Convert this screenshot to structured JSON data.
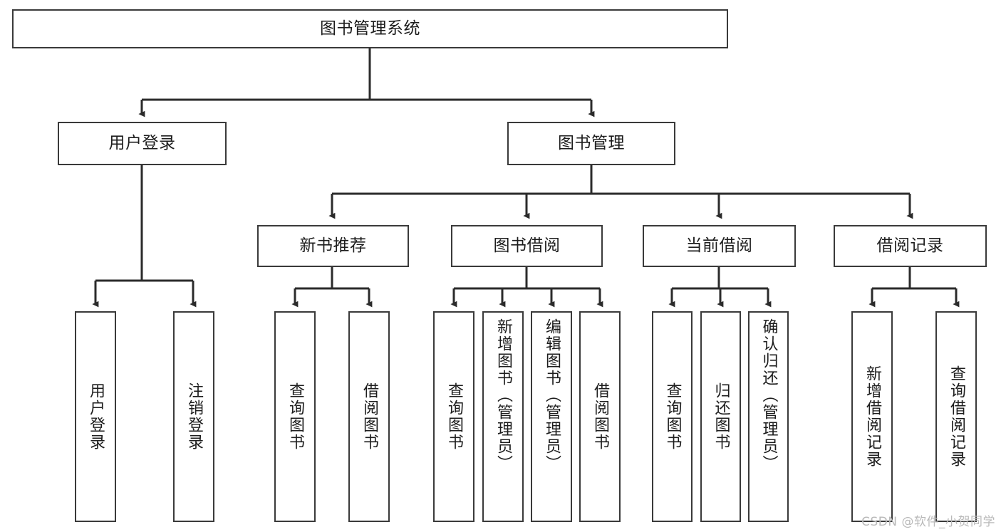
{
  "diagram": {
    "title": "图书管理系统",
    "type": "tree",
    "watermark": "CSDN @软件_小贺同学",
    "colors": {
      "box_border": "#3a3a3a",
      "box_fill": "#ffffff",
      "edge": "#2b2b2b",
      "text": "#1d1d1d",
      "watermark": "#b9b9b9",
      "background": "#ffffff"
    },
    "root": {
      "label": "图书管理系统"
    },
    "level1": [
      {
        "label": "用户登录"
      },
      {
        "label": "图书管理"
      }
    ],
    "level2": [
      {
        "label": "新书推荐"
      },
      {
        "label": "图书借阅"
      },
      {
        "label": "当前借阅"
      },
      {
        "label": "借阅记录"
      }
    ],
    "leaves": {
      "user_login": [
        {
          "label": "用户登录"
        },
        {
          "label": "注销登录"
        }
      ],
      "new_book_recommend": [
        {
          "label": "查询图书"
        },
        {
          "label": "借阅图书"
        }
      ],
      "book_borrow": [
        {
          "label": "查询图书"
        },
        {
          "label": "新增图书（管理员）"
        },
        {
          "label": "编辑图书（管理员）"
        },
        {
          "label": "借阅图书"
        }
      ],
      "current_borrow": [
        {
          "label": "查询图书"
        },
        {
          "label": "归还图书"
        },
        {
          "label": "确认归还（管理员）"
        }
      ],
      "borrow_record": [
        {
          "label": "新增借阅记录"
        },
        {
          "label": "查询借阅记录"
        }
      ]
    }
  }
}
